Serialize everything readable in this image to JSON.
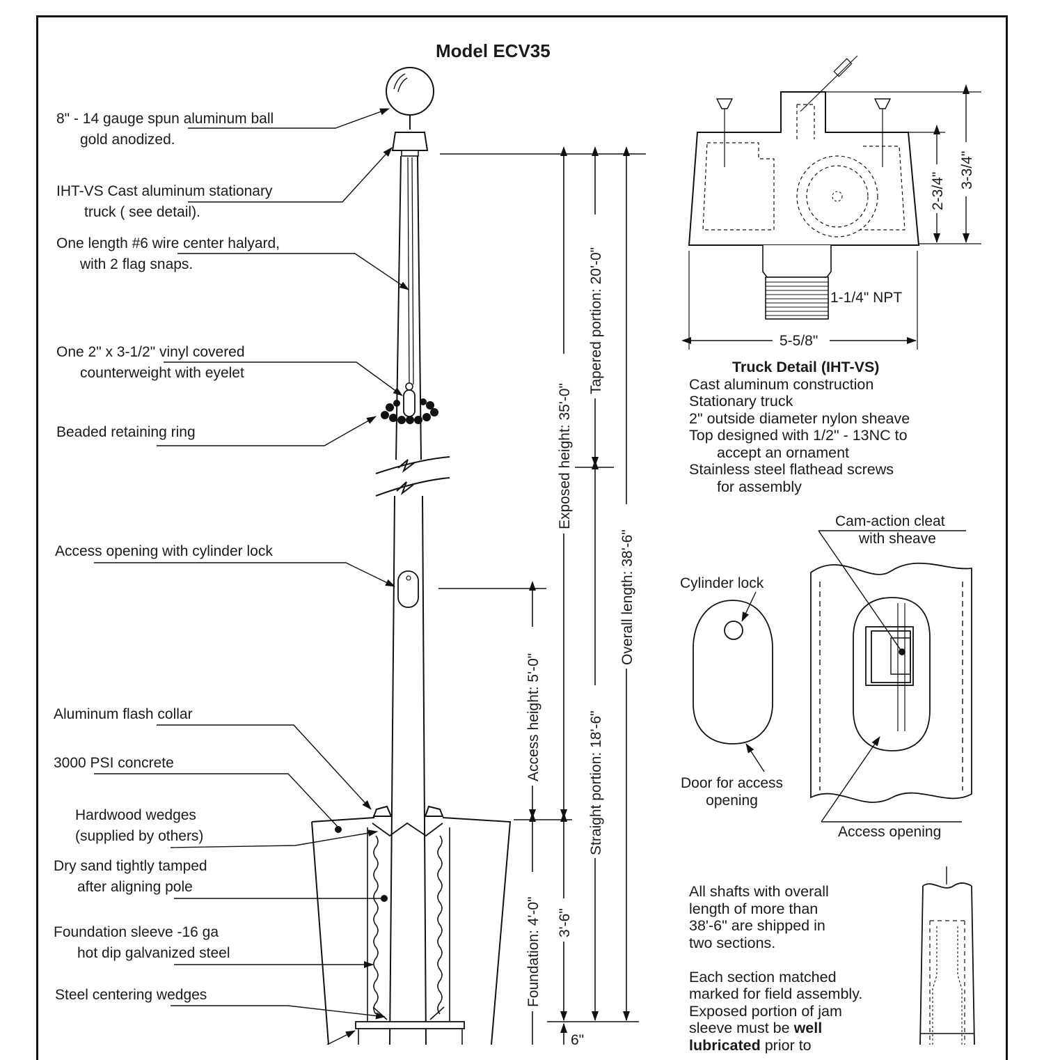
{
  "title": "Model  ECV35",
  "callouts": {
    "ball": [
      "8\" - 14 gauge spun aluminum ball",
      "gold anodized."
    ],
    "truck": [
      "IHT-VS Cast aluminum stationary",
      "truck ( see detail)."
    ],
    "halyard": [
      "One length #6 wire center halyard,",
      "with 2 flag snaps."
    ],
    "counterweight": [
      "One 2\" x 3-1/2\" vinyl covered",
      "counterweight with eyelet"
    ],
    "ring": "Beaded retaining ring",
    "access": "Access opening with cylinder lock",
    "collar": "Aluminum flash collar",
    "concrete": "3000 PSI concrete",
    "wedges": [
      "Hardwood wedges",
      "(supplied by others)"
    ],
    "sand": [
      "Dry sand tightly tamped",
      "after aligning pole"
    ],
    "sleeve": [
      "Foundation sleeve -16 ga",
      "hot dip galvanized steel"
    ],
    "centering": "Steel centering wedges"
  },
  "dimensions": {
    "exposed": "Exposed height:  35'-0\"",
    "tapered": "Tapered portion:  20'-0\"",
    "overall": "Overall length:  38'-6\"",
    "straight": "Straight portion:  18'-6\"",
    "access_height": "Access height:  5'-0\"",
    "foundation": "Foundation:  4'-0\"",
    "sleeve_depth": "3'-6\"",
    "base": "6\""
  },
  "truck_detail": {
    "dim_height_inner": "2-3/4\"",
    "dim_height_outer": "3-3/4\"",
    "thread": "1-1/4\" NPT",
    "width": "5-5/8\"",
    "heading": "Truck Detail (IHT-VS)",
    "lines": [
      "Cast aluminum construction",
      "Stationary truck",
      "2\" outside diameter nylon sheave",
      "Top designed with 1/2\" - 13NC to"
    ],
    "line_indent": "accept an ornament",
    "line5": "Stainless steel flathead screws",
    "line5_indent": "for assembly"
  },
  "access_detail": {
    "cleat": [
      "Cam-action cleat",
      "with sheave"
    ],
    "cylinder_lock": "Cylinder lock",
    "door": [
      "Door for access",
      "opening"
    ],
    "opening": "Access opening"
  },
  "shaft_note": {
    "p1": [
      "All shafts with overall",
      "length of more than",
      "38'-6\" are shipped in",
      "two sections."
    ],
    "p2": [
      "Each section matched",
      "marked for field assembly.",
      "Exposed portion of jam"
    ],
    "p2_line4_plain": "sleeve must be ",
    "p2_line4_bold": "well",
    "p2_line5_bold": "lubricated",
    "p2_line5_plain": " prior to"
  }
}
